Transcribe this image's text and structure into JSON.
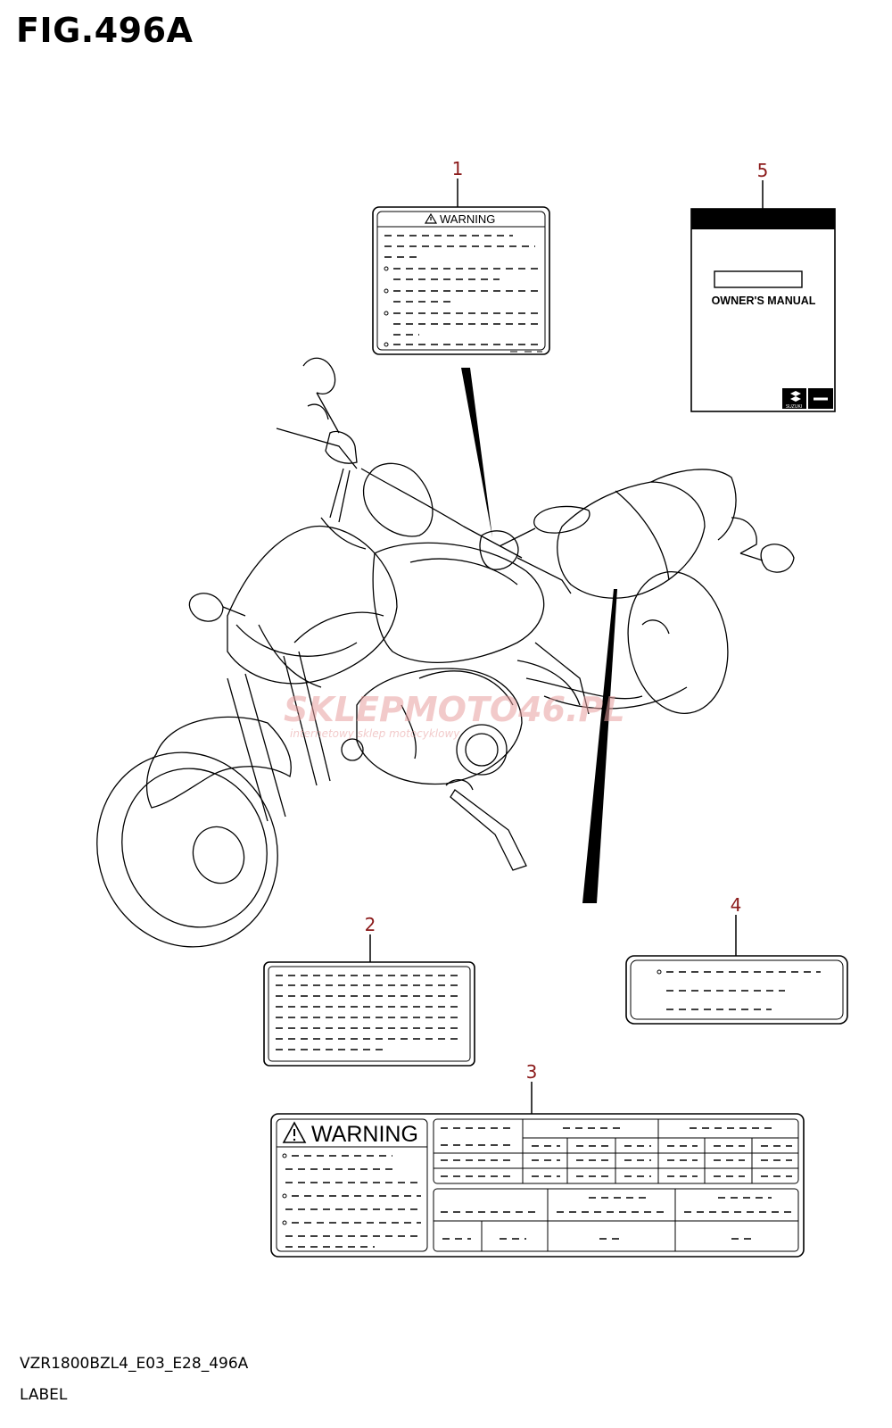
{
  "figure": {
    "title": "FIG.496A",
    "code": "VZR1800BZL4_E03_E28_496A",
    "caption": "LABEL"
  },
  "callouts": [
    "1",
    "2",
    "3",
    "4",
    "5"
  ],
  "labels": {
    "warning_small": {
      "heading": "WARNING"
    },
    "owners_manual": {
      "title": "OWNER'S MANUAL",
      "brand": "SUZUKI"
    },
    "warning_large": {
      "heading": "WARNING"
    }
  },
  "watermark": {
    "line1": "SKLEPMOTO46.PL",
    "line2": "internetowy sklep motocyklowy"
  },
  "colors": {
    "callout": "#8b1a1a",
    "line": "#000000",
    "watermark": "#e8a0a0"
  }
}
